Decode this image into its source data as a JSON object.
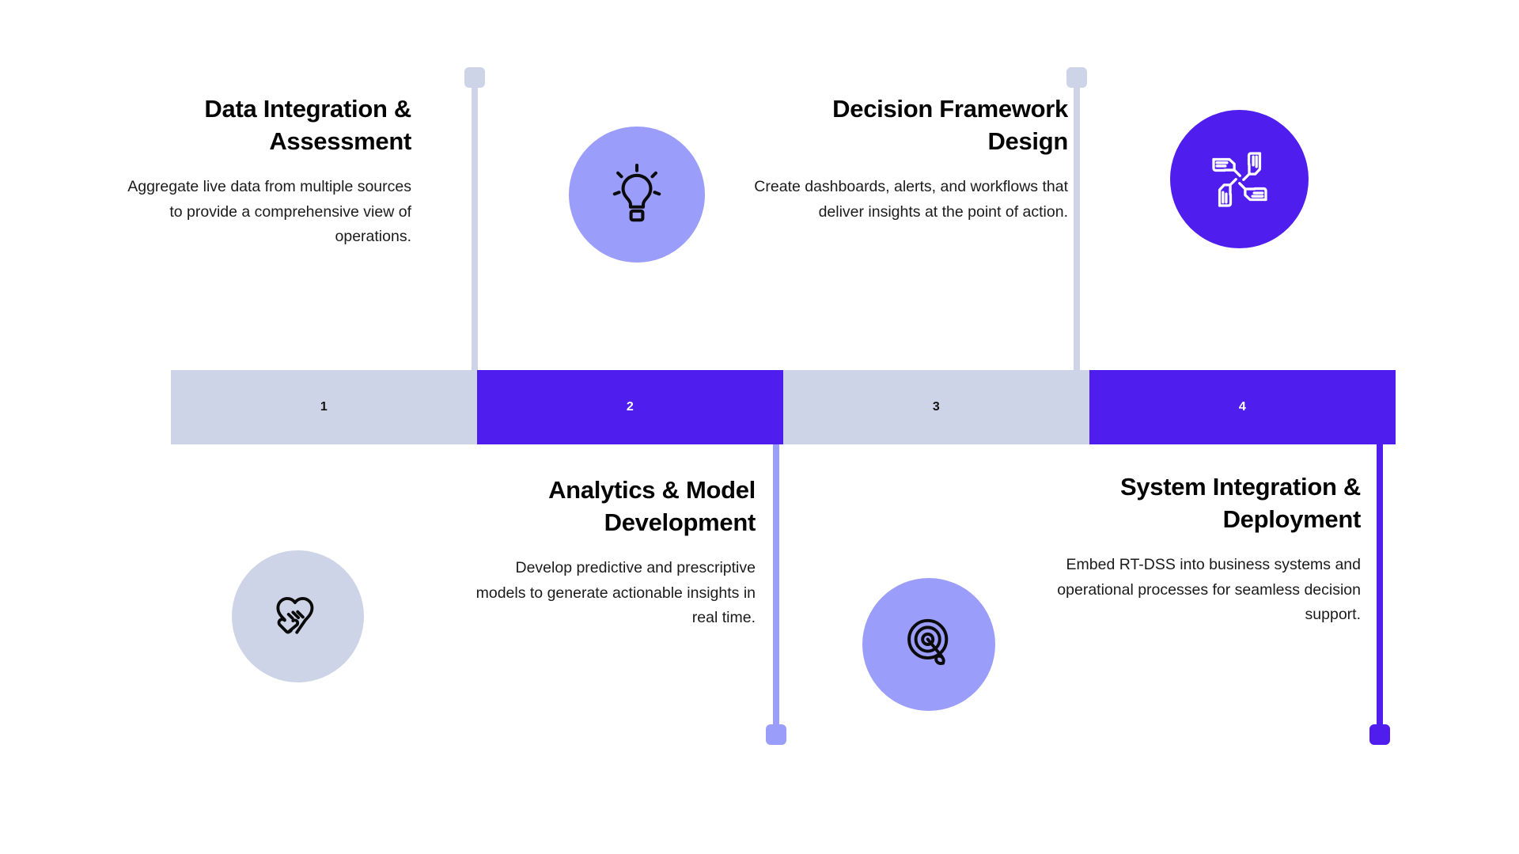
{
  "diagram": {
    "title_present": false,
    "type": "four-step-timeline",
    "colors": {
      "accent_purple": "#4f1ded",
      "light_purple": "#9b9dfa",
      "light_blue_grey": "#ced4e7",
      "text_dark": "#050505",
      "background": "#ffffff"
    }
  },
  "timeline": {
    "segments": [
      {
        "number": "1",
        "style": "light"
      },
      {
        "number": "2",
        "style": "dark"
      },
      {
        "number": "3",
        "style": "light"
      },
      {
        "number": "4",
        "style": "dark"
      }
    ]
  },
  "steps": [
    {
      "number": "1",
      "position": "above",
      "heading": "Data Integration & Assessment",
      "body": "Aggregate live data from multiple sources to provide a comprehensive view of operations.",
      "icon": "lightbulb-icon",
      "icon_circle_color": "#9b9dfa",
      "connector_color": "#ced4e7"
    },
    {
      "number": "2",
      "position": "below",
      "heading": "Analytics & Model Development",
      "body": "Develop predictive and prescriptive models to generate actionable insights in real time.",
      "icon": "hand-heart-icon",
      "icon_circle_color": "#ced4e7",
      "connector_color": "#9b9dfa"
    },
    {
      "number": "3",
      "position": "above",
      "heading": "Decision Framework Design",
      "body": "Create dashboards, alerts, and workflows that deliver insights at the point of action.",
      "icon": "teamwork-hands-icon",
      "icon_circle_color": "#4f1ded",
      "connector_color": "#ced4e7"
    },
    {
      "number": "4",
      "position": "below",
      "heading": "System Integration & Deployment",
      "body": "Embed RT-DSS into business systems and operational processes for seamless decision support.",
      "icon": "target-arrow-icon",
      "icon_circle_color": "#9b9dfa",
      "connector_color": "#4f1ded"
    }
  ]
}
